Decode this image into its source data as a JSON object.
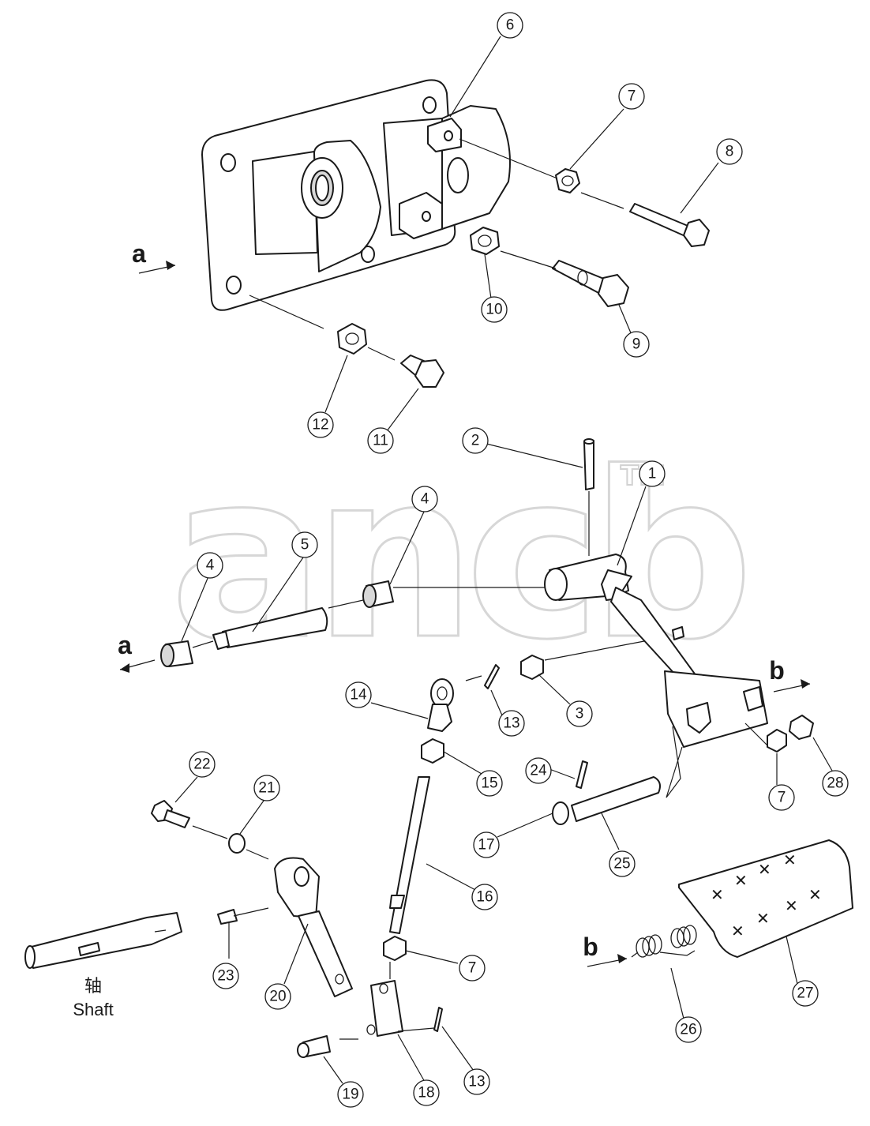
{
  "watermark": {
    "text": "ancb",
    "trademark": "TM"
  },
  "view_markers": [
    {
      "id": "a-top",
      "letter": "a"
    },
    {
      "id": "a-left",
      "letter": "a"
    },
    {
      "id": "b-right",
      "letter": "b"
    },
    {
      "id": "b-pedal",
      "letter": "b"
    }
  ],
  "shaft_label": {
    "chinese": "轴",
    "english": "Shaft"
  },
  "callouts": [
    "6",
    "7",
    "8",
    "10",
    "9",
    "12",
    "11",
    "2",
    "1",
    "4",
    "5",
    "4",
    "14",
    "13",
    "3",
    "7",
    "28",
    "24",
    "15",
    "22",
    "21",
    "17",
    "25",
    "16",
    "23",
    "20",
    "7",
    "27",
    "26",
    "13",
    "19",
    "18"
  ]
}
